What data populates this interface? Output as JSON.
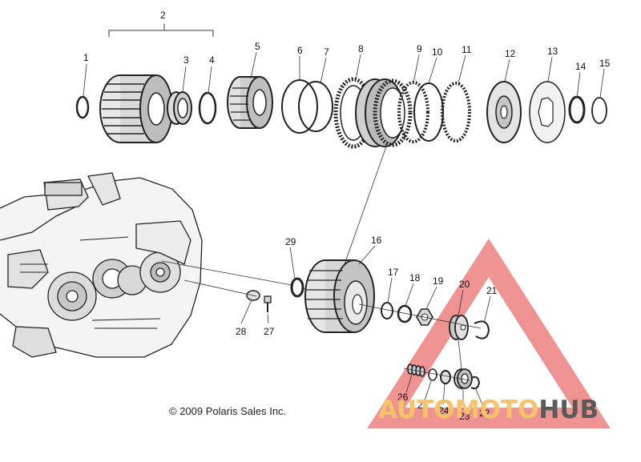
{
  "callouts": [
    "1",
    "2",
    "3",
    "4",
    "5",
    "6",
    "7",
    "8",
    "9",
    "10",
    "11",
    "12",
    "13",
    "14",
    "15",
    "16",
    "17",
    "18",
    "19",
    "20",
    "21",
    "22",
    "23",
    "24",
    "25",
    "26",
    "27",
    "28",
    "29"
  ],
  "copyright": "© 2009 Polaris Sales Inc.",
  "watermark": {
    "part1": "AUTOMOTO",
    "part2": "HUB"
  },
  "colors": {
    "line": "#222222",
    "watermark_red": "#e23a3a",
    "watermark_yellow": "#f6c36a",
    "watermark_gray": "#5a5a5a"
  }
}
